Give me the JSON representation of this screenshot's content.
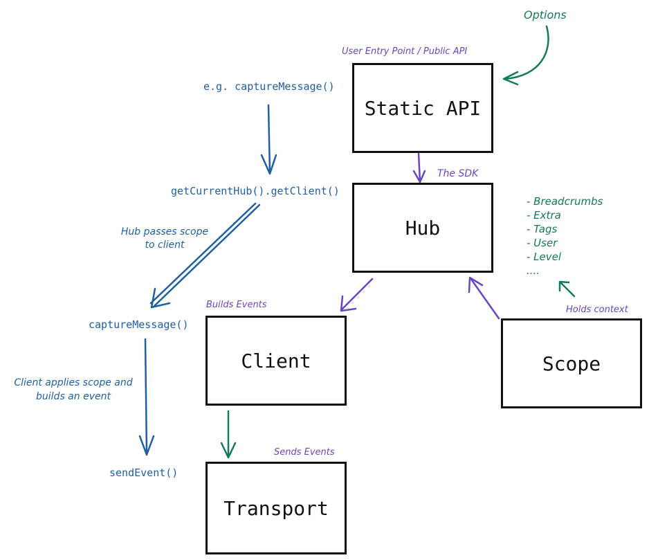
{
  "colors": {
    "black": "#111111",
    "blue": "#1e5fa3",
    "purple": "#6a44c2",
    "green": "#13795b"
  },
  "boxes": {
    "static_api": "Static API",
    "hub": "Hub",
    "client": "Client",
    "scope": "Scope",
    "transport": "Transport"
  },
  "annotations": {
    "options": "Options",
    "user_entry_point": "User Entry Point / Public API",
    "the_sdk": "The SDK",
    "builds_events": "Builds Events",
    "holds_context": "Holds context",
    "sends_events": "Sends Events"
  },
  "flow": {
    "capture_message_example": "e.g. captureMessage()",
    "get_client": "getCurrentHub().getClient()",
    "hub_passes_scope_line1": "Hub passes scope",
    "hub_passes_scope_line2": "to client",
    "capture_message": "captureMessage()",
    "client_applies_line1": "Client applies scope and",
    "client_applies_line2": "builds an event",
    "send_event": "sendEvent()"
  },
  "context_items": [
    "- Breadcrumbs",
    "- Extra",
    "- Tags",
    "- User",
    "- Level",
    "...."
  ]
}
